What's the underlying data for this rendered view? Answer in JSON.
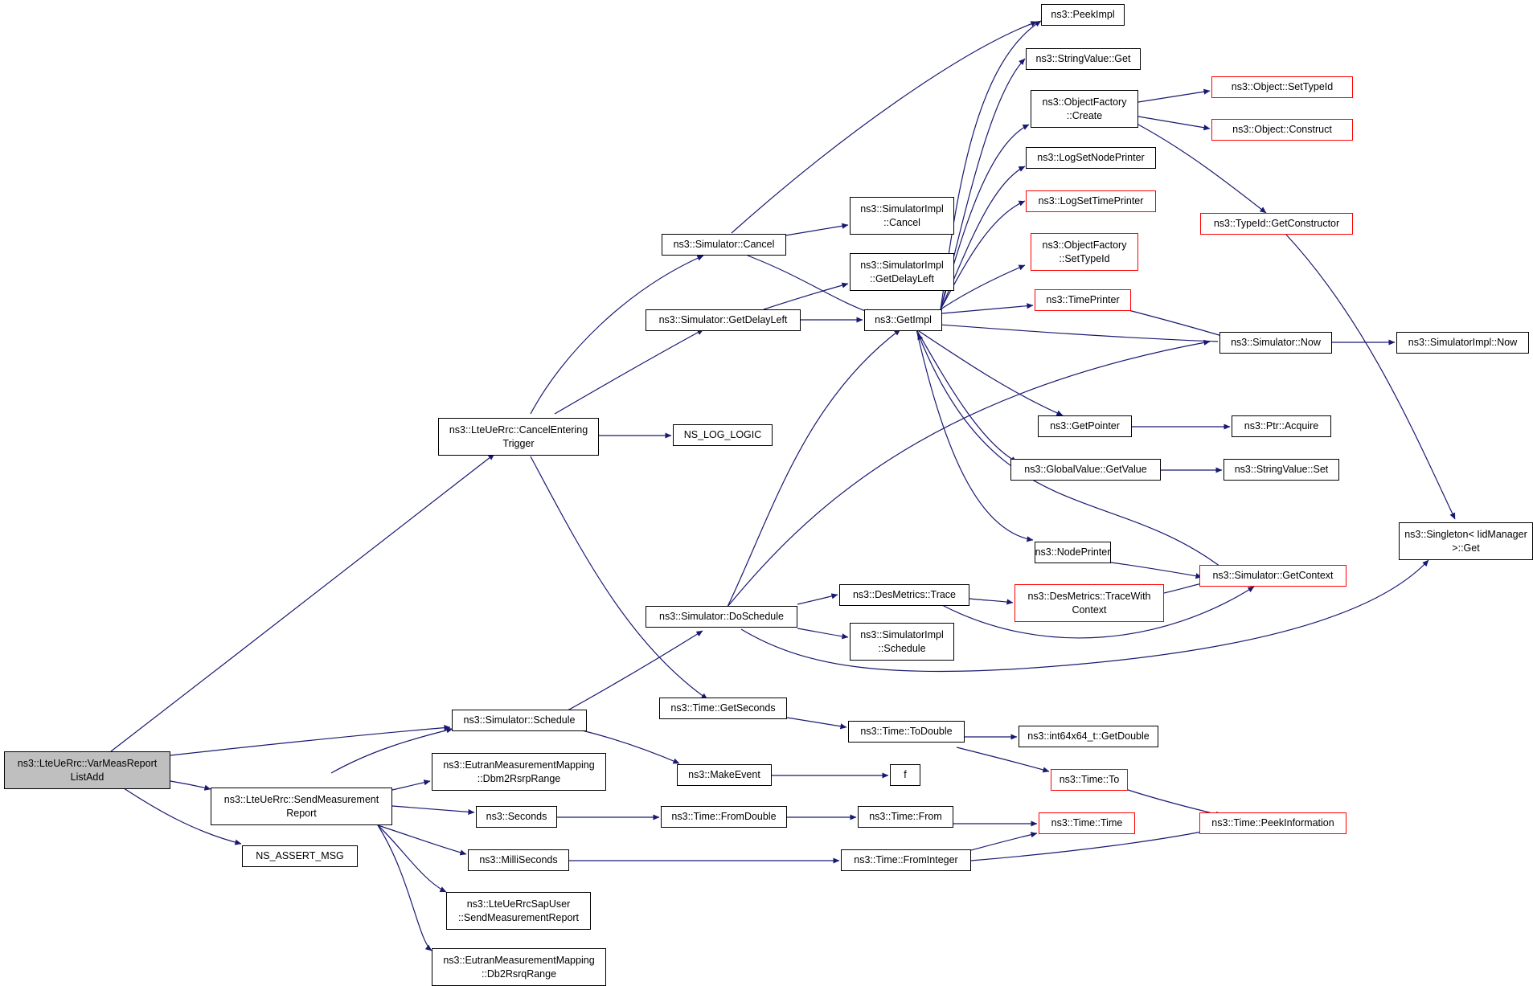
{
  "colors": {
    "edge": "#191970",
    "node_border": "#000000",
    "truncated_border": "#ff0000",
    "root_fill": "#bfbfbf"
  },
  "nodes": {
    "root": {
      "lines": [
        "ns3::LteUeRrc::VarMeasReport",
        "ListAdd"
      ],
      "style": "root"
    },
    "cancelTrig": {
      "lines": [
        "ns3::LteUeRrc::CancelEntering",
        "Trigger"
      ]
    },
    "schedule": {
      "lines": [
        "ns3::Simulator::Schedule"
      ]
    },
    "sendMeas": {
      "lines": [
        "ns3::LteUeRrc::SendMeasurement",
        "Report"
      ]
    },
    "nsAssert": {
      "lines": [
        "NS_ASSERT_MSG"
      ]
    },
    "simCancel": {
      "lines": [
        "ns3::Simulator::Cancel"
      ]
    },
    "simGetDelay": {
      "lines": [
        "ns3::Simulator::GetDelayLeft"
      ]
    },
    "nsLogLogic": {
      "lines": [
        "NS_LOG_LOGIC"
      ]
    },
    "timeGetSec": {
      "lines": [
        "ns3::Time::GetSeconds"
      ]
    },
    "doSchedule": {
      "lines": [
        "ns3::Simulator::DoSchedule"
      ]
    },
    "makeEvent": {
      "lines": [
        "ns3::MakeEvent"
      ]
    },
    "dbm2rsrp": {
      "lines": [
        "ns3::EutranMeasurementMapping",
        "::Dbm2RsrpRange"
      ]
    },
    "seconds": {
      "lines": [
        "ns3::Seconds"
      ]
    },
    "milliSec": {
      "lines": [
        "ns3::MilliSeconds"
      ]
    },
    "sapUser": {
      "lines": [
        "ns3::LteUeRrcSapUser",
        "::SendMeasurementReport"
      ]
    },
    "db2rsrq": {
      "lines": [
        "ns3::EutranMeasurementMapping",
        "::Db2RsrqRange"
      ]
    },
    "implCancel": {
      "lines": [
        "ns3::SimulatorImpl",
        "::Cancel"
      ]
    },
    "implGetDelay": {
      "lines": [
        "ns3::SimulatorImpl",
        "::GetDelayLeft"
      ]
    },
    "getImpl": {
      "lines": [
        "ns3::GetImpl"
      ]
    },
    "desTrace": {
      "lines": [
        "ns3::DesMetrics::Trace"
      ]
    },
    "implSchedule": {
      "lines": [
        "ns3::SimulatorImpl",
        "::Schedule"
      ]
    },
    "toDouble": {
      "lines": [
        "ns3::Time::ToDouble"
      ]
    },
    "fNode": {
      "lines": [
        "f"
      ]
    },
    "fromDouble": {
      "lines": [
        "ns3::Time::FromDouble"
      ]
    },
    "timeFrom": {
      "lines": [
        "ns3::Time::From"
      ]
    },
    "fromInteger": {
      "lines": [
        "ns3::Time::FromInteger"
      ]
    },
    "peekImpl": {
      "lines": [
        "ns3::PeekImpl"
      ]
    },
    "strGet": {
      "lines": [
        "ns3::StringValue::Get"
      ]
    },
    "ofCreate": {
      "lines": [
        "ns3::ObjectFactory",
        "::Create"
      ]
    },
    "logNode": {
      "lines": [
        "ns3::LogSetNodePrinter"
      ]
    },
    "logTime": {
      "lines": [
        "ns3::LogSetTimePrinter"
      ],
      "style": "red"
    },
    "ofSetType": {
      "lines": [
        "ns3::ObjectFactory",
        "::SetTypeId"
      ],
      "style": "red"
    },
    "timePrinter": {
      "lines": [
        "ns3::TimePrinter"
      ],
      "style": "red"
    },
    "getPointer": {
      "lines": [
        "ns3::GetPointer"
      ]
    },
    "gvGetValue": {
      "lines": [
        "ns3::GlobalValue::GetValue"
      ]
    },
    "nodePrinter": {
      "lines": [
        "ns3::NodePrinter"
      ]
    },
    "traceWith": {
      "lines": [
        "ns3::DesMetrics::TraceWith",
        "Context"
      ],
      "style": "red"
    },
    "int64": {
      "lines": [
        "ns3::int64x64_t::GetDouble"
      ]
    },
    "timeTo": {
      "lines": [
        "ns3::Time::To"
      ],
      "style": "red"
    },
    "timeTime": {
      "lines": [
        "ns3::Time::Time"
      ],
      "style": "red"
    },
    "objSetType": {
      "lines": [
        "ns3::Object::SetTypeId"
      ],
      "style": "red"
    },
    "objConstruct": {
      "lines": [
        "ns3::Object::Construct"
      ],
      "style": "red"
    },
    "typeGetCtor": {
      "lines": [
        "ns3::TypeId::GetConstructor"
      ],
      "style": "red"
    },
    "simNow": {
      "lines": [
        "ns3::Simulator::Now"
      ]
    },
    "ptrAcquire": {
      "lines": [
        "ns3::Ptr::Acquire"
      ]
    },
    "strSet": {
      "lines": [
        "ns3::StringValue::Set"
      ]
    },
    "getContext": {
      "lines": [
        "ns3::Simulator::GetContext"
      ],
      "style": "red"
    },
    "peekInfo": {
      "lines": [
        "ns3::Time::PeekInformation"
      ],
      "style": "red"
    },
    "implNow": {
      "lines": [
        "ns3::SimulatorImpl::Now"
      ]
    },
    "singleton": {
      "lines": [
        "ns3::Singleton< IidManager",
        ">::Get"
      ]
    }
  }
}
